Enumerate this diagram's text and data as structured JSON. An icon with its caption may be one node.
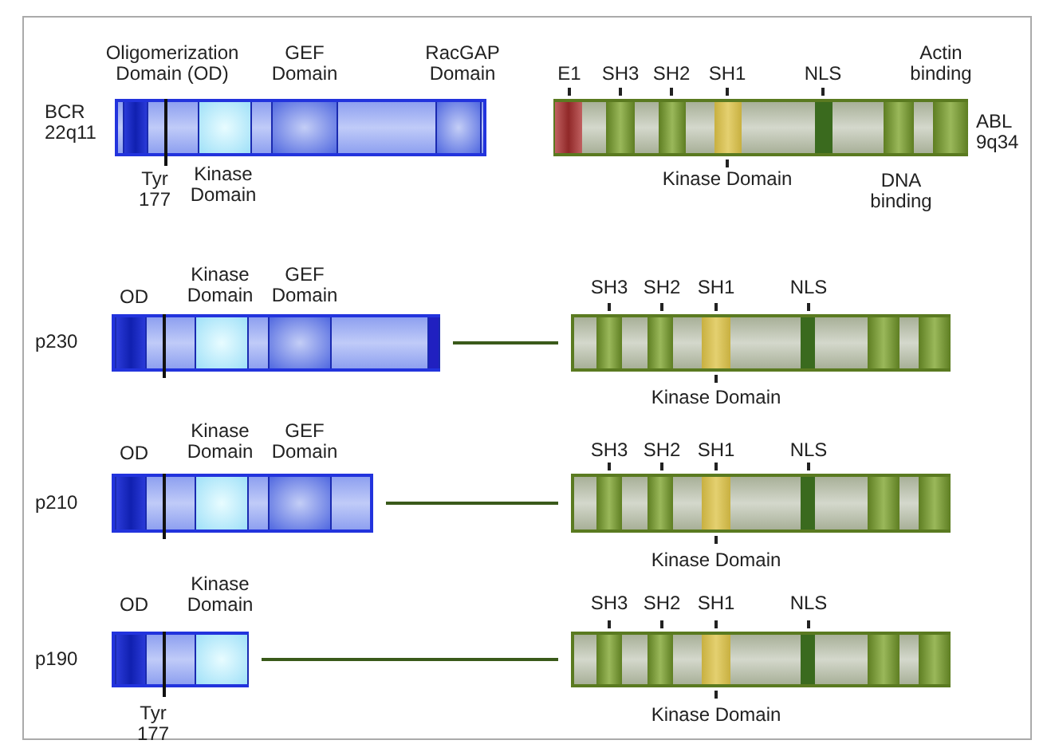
{
  "diagram": {
    "nodes": [
      {
        "text": [],
        "shape": "bar",
        "beside": [
          "BCR 22q11"
        ]
      },
      {
        "text": [],
        "shape": "bar",
        "beside": [
          "ABL 9q34"
        ]
      },
      {
        "text": [],
        "shape": "bar",
        "beside": [
          "p230"
        ]
      },
      {
        "text": [],
        "shape": "bar"
      },
      {
        "text": [],
        "shape": "bar",
        "beside": [
          "p210"
        ]
      },
      {
        "text": [],
        "shape": "bar"
      },
      {
        "text": [],
        "shape": "bar",
        "beside": [
          "p190"
        ]
      },
      {
        "text": [],
        "shape": "bar"
      }
    ],
    "edges": [
      {
        "from": 2,
        "to": 3,
        "arrow": "none"
      },
      {
        "from": 4,
        "to": 5,
        "arrow": "none"
      },
      {
        "from": 6,
        "to": 7,
        "arrow": "none"
      }
    ],
    "labels": [
      "Oligomerization Domain (OD)",
      "GEF Domain",
      "RacGAP Domain",
      "E1",
      "SH3",
      "SH2",
      "SH1",
      "NLS",
      "Actin binding",
      "Tyr 177",
      "Kinase Domain",
      "Kinase Domain",
      "DNA binding",
      "OD",
      "Kinase Domain",
      "GEF Domain",
      "SH3",
      "SH2",
      "SH1",
      "NLS",
      "Kinase Domain",
      "OD",
      "Kinase Domain",
      "GEF Domain",
      "SH3",
      "SH2",
      "SH1",
      "NLS",
      "Kinase Domain",
      "OD",
      "Kinase Domain",
      "SH3",
      "SH2",
      "SH1",
      "NLS",
      "Tyr 177",
      "Kinase Domain"
    ]
  }
}
